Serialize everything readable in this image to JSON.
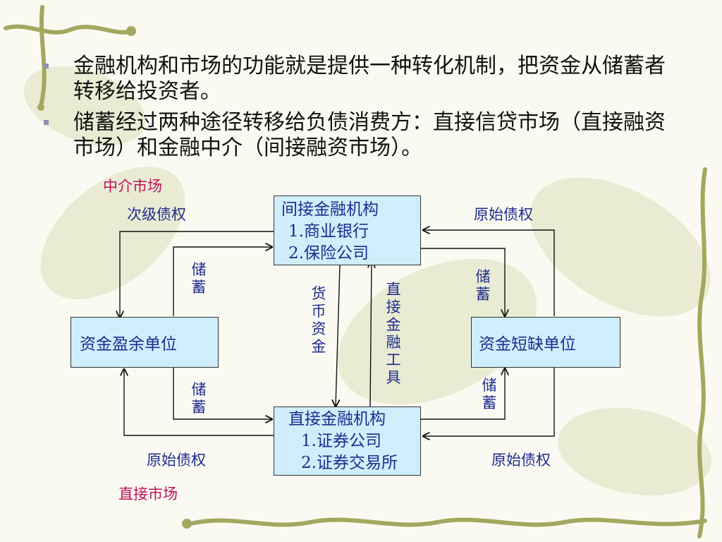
{
  "bullets": [
    "金融机构和市场的功能就是提供一种转化机制，把资金从储蓄者转移给投资者。",
    "储蓄经过两种途径转移给负债消费方：直接信贷市场（直接融资市场）和金融中介（间接融资市场）。"
  ],
  "diagram": {
    "top_market_label": "中介市场",
    "bottom_market_label": "直接市场",
    "indirect_institution": {
      "title": "间接金融机构",
      "items": [
        "1.商业银行",
        "2.保险公司"
      ]
    },
    "direct_institution": {
      "title": "直接金融机构",
      "items": [
        "1.证券公司",
        "2.证券交易所"
      ]
    },
    "surplus_unit": "资金盈余单位",
    "deficit_unit": "资金短缺单位",
    "labels": {
      "secondary_claim": "次级债权",
      "primary_claim_top": "原始债权",
      "primary_claim_bottom_left": "原始债权",
      "primary_claim_bottom_right": "原始债权",
      "savings_top_left": "储蓄",
      "savings_bottom_left": "储蓄",
      "savings_top_right": "储蓄",
      "savings_bottom_right": "储蓄",
      "money_funds": "货币资金",
      "direct_instruments": "直接金融工具"
    }
  },
  "colors": {
    "box_fill": "#cfeefb",
    "label_text": "#1f2b8f",
    "market_label": "#c0125b",
    "bullet_marker": "#8a8fb3"
  }
}
